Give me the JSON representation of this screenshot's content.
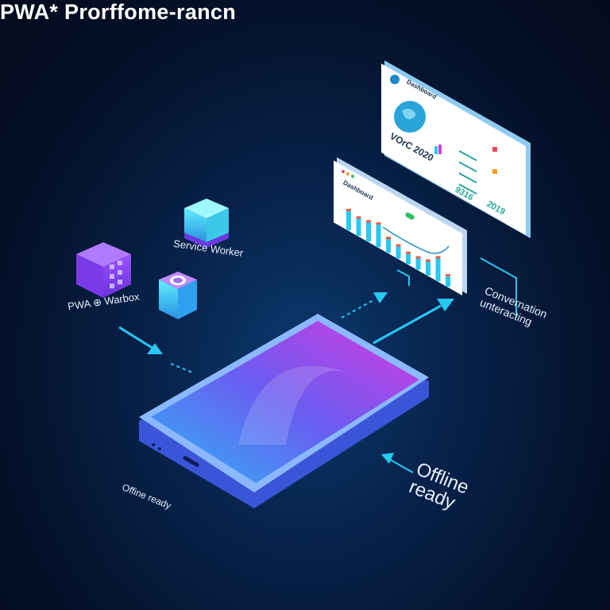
{
  "title": "PWA* Prorffome-rancn",
  "labels": {
    "service_worker": "Service Worker",
    "workbox": "PWA ⊕ Warbox",
    "conversation": [
      "Convernation",
      "unteracting"
    ],
    "offline_big": [
      "Offline",
      "ready"
    ],
    "offline_small": "Offine ready"
  },
  "dashboard_top": {
    "header": "Dashboard",
    "headline": "VOrC 2020",
    "stat1": "9316",
    "stat2": "2019"
  },
  "dashboard_chart": {
    "header": "Dashboard",
    "chart_values": [
      60,
      55,
      60,
      70,
      45,
      40,
      35,
      38,
      45,
      70,
      35
    ]
  },
  "colors": {
    "accent_cyan": "#27c8f2",
    "accent_purple": "#8b3ff2",
    "accent_magenta": "#d23bd9"
  }
}
